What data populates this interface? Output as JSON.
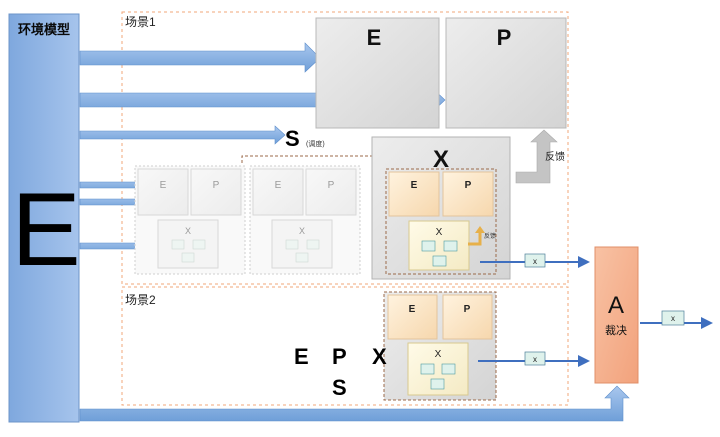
{
  "env": {
    "label": "环境模型",
    "big_letter": "E"
  },
  "scene1": {
    "label": "场景1"
  },
  "scene2": {
    "label": "场景2"
  },
  "box_e": "E",
  "box_p": "P",
  "box_x": "X",
  "small_x": "x",
  "schedule": {
    "letter": "S",
    "note": "(调度)"
  },
  "feedback_label": "反馈",
  "feedback_small": "反馈",
  "arbiter": {
    "letter": "A",
    "label": "裁决"
  },
  "scene2_letters": {
    "e": "E",
    "p": "P",
    "x": "X",
    "s": "S"
  },
  "colors": {
    "env_blue": "#8fb4e3",
    "arrow_blue": "#6f9fd8",
    "arbiter_orange": "#f5b08d",
    "dashed_orange": "#f0a77a",
    "dashed_brown": "#9b6a4a",
    "x_green": "#dff2ec"
  }
}
